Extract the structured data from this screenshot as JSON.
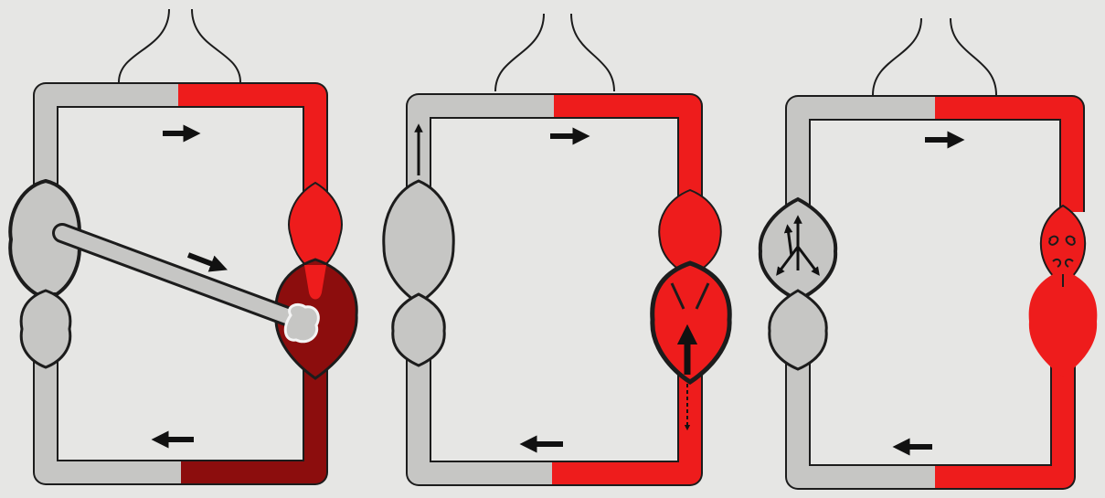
{
  "colors": {
    "background": "#e6e6e4",
    "venous_grey": "#c6c6c4",
    "arterial_red": "#ee1c1c",
    "dark_red": "#8c0d0d",
    "outline": "#1c1c1c",
    "arrow": "#111111"
  },
  "panels": [
    {
      "id": "panel-1",
      "flow_arrows": [
        "right",
        "down-right",
        "left"
      ],
      "features": [
        "grey-chambers",
        "red-chamber",
        "dark-red-chamber",
        "crossing-shunt-tube",
        "dark-red-return-vessel"
      ]
    },
    {
      "id": "panel-2",
      "flow_arrows": [
        "right",
        "up",
        "left",
        "up-bold",
        "down-dashed"
      ],
      "features": [
        "grey-chambers",
        "red-chambers"
      ]
    },
    {
      "id": "panel-3",
      "flow_arrows": [
        "right",
        "left",
        "radiating"
      ],
      "features": [
        "grey-chambers",
        "red-chambers",
        "swirl-marks"
      ]
    }
  ],
  "icons": [
    "flow-arrow-icon",
    "swirl-icon"
  ]
}
